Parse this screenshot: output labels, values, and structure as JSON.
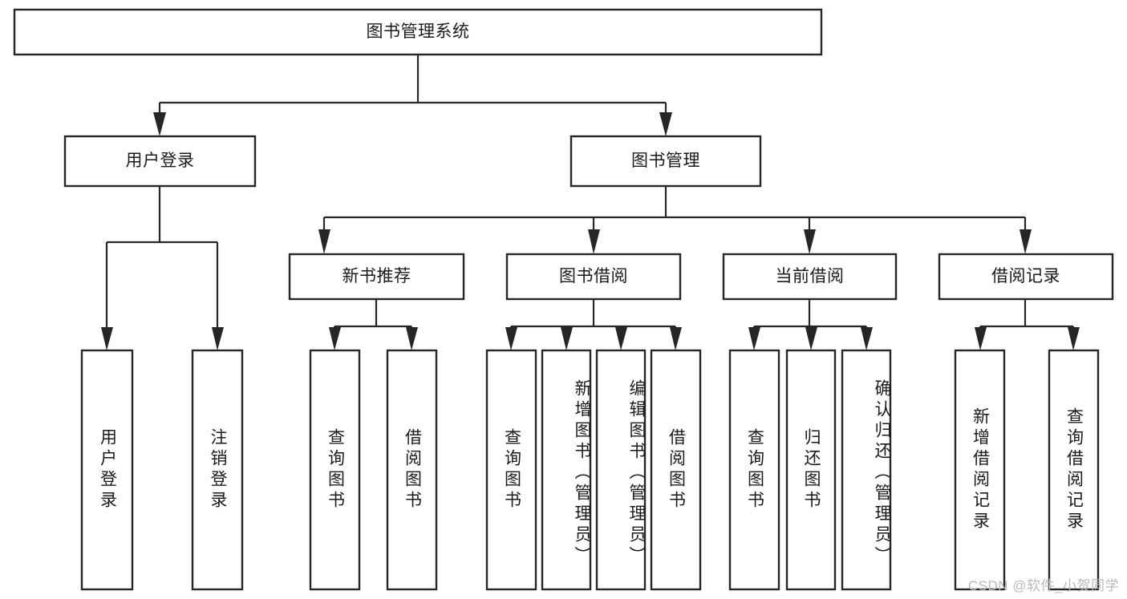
{
  "diagram": {
    "title": "图书管理系统",
    "type": "tree-hierarchy-diagram",
    "colors": {
      "stroke": "#262626",
      "fill": "#ffffff",
      "text": "#1a1a1a",
      "watermark": "#b9b9b9"
    },
    "root": {
      "label": "图书管理系统"
    },
    "level1": [
      {
        "label": "用户登录"
      },
      {
        "label": "图书管理"
      }
    ],
    "level2": [
      {
        "label": "新书推荐"
      },
      {
        "label": "图书借阅"
      },
      {
        "label": "当前借阅"
      },
      {
        "label": "借阅记录"
      }
    ],
    "leaves": [
      {
        "label": "用户登录"
      },
      {
        "label": "注销登录"
      },
      {
        "label": "查询图书"
      },
      {
        "label": "借阅图书"
      },
      {
        "label": "查询图书"
      },
      {
        "label": "新增图书（管理员）"
      },
      {
        "label": "编辑图书（管理员）"
      },
      {
        "label": "借阅图书"
      },
      {
        "label": "查询图书"
      },
      {
        "label": "归还图书"
      },
      {
        "label": "确认归还（管理员）"
      },
      {
        "label": "新增借阅记录"
      },
      {
        "label": "查询借阅记录"
      }
    ]
  },
  "watermark": {
    "text": "CSDN @软件_小贺同学"
  }
}
